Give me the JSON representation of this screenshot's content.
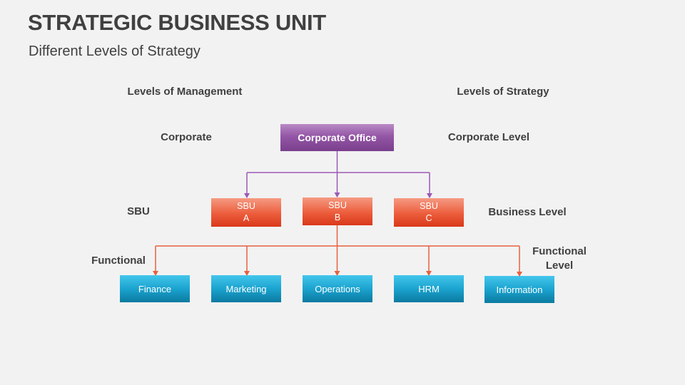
{
  "slide": {
    "title": "STRATEGIC BUSINESS UNIT",
    "subtitle": "Different Levels of Strategy"
  },
  "headers": {
    "management": "Levels of Management",
    "strategy": "Levels of Strategy"
  },
  "management_levels": {
    "corporate": "Corporate",
    "sbu": "SBU",
    "functional": "Functional"
  },
  "strategy_levels": {
    "corporate": "Corporate Level",
    "business": "Business Level",
    "functional_line1": "Functional",
    "functional_line2": "Level"
  },
  "nodes": {
    "corporate_office": "Corporate Office",
    "sbus": [
      {
        "line1": "SBU",
        "line2": "A"
      },
      {
        "line1": "SBU",
        "line2": "B"
      },
      {
        "line1": "SBU",
        "line2": "C"
      }
    ],
    "functions": [
      "Finance",
      "Marketing",
      "Operations",
      "HRM",
      "Information"
    ]
  },
  "colors": {
    "corporate_connector": "#9b59b6",
    "functional_connector": "#e8603e",
    "text": "#404040"
  }
}
